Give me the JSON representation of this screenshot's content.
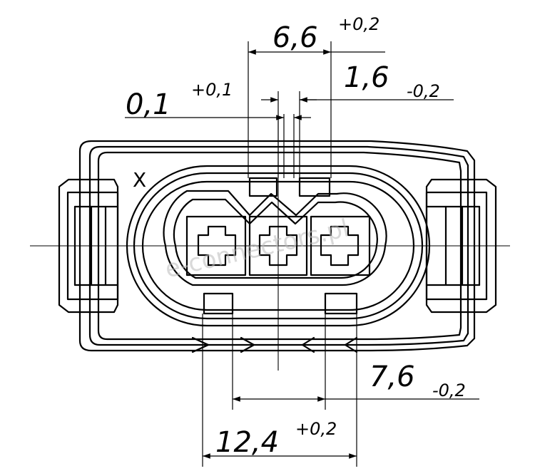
{
  "marker": "X",
  "watermark": "e-connectors.pl",
  "dimensions": [
    {
      "id": "d66",
      "value": "6,6",
      "tolerance": "+0,2"
    },
    {
      "id": "d16",
      "value": "1,6",
      "tolerance": "-0,2"
    },
    {
      "id": "d01",
      "value": "0,1",
      "tolerance": "+0,1"
    },
    {
      "id": "d76",
      "value": "7,6",
      "tolerance": "-0,2"
    },
    {
      "id": "d124",
      "value": "12,4",
      "tolerance": "+0,2"
    }
  ]
}
